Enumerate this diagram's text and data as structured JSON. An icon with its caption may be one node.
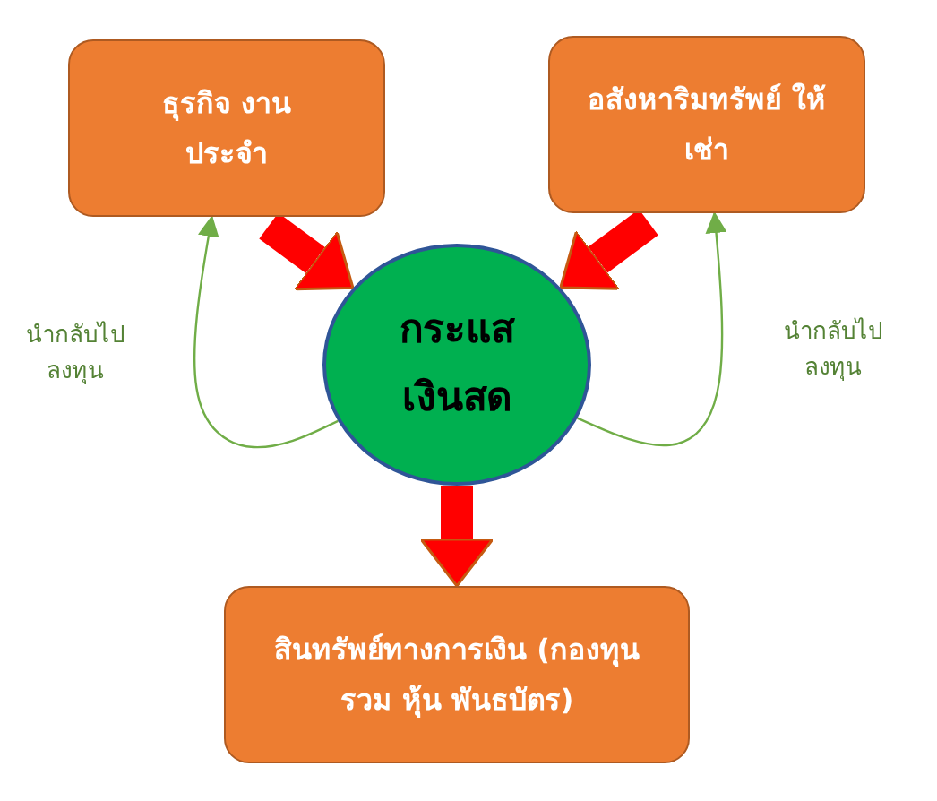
{
  "diagram": {
    "nodes": [
      {
        "text": [
          "ธุรกิจ งานประจำ"
        ]
      },
      {
        "text": [
          "อสังหาริมทรัพย์ ให้เช่า"
        ]
      },
      {
        "text": [
          "กระแส เงินสด"
        ]
      },
      {
        "text": [
          "สินทรัพย์ทางการเงิน (กองทุนรวม หุ้น พันธบัตร)"
        ]
      }
    ],
    "edges": [
      {
        "from": 0,
        "to": 2,
        "arrow": "to"
      },
      {
        "from": 1,
        "to": 2,
        "arrow": "to"
      },
      {
        "from": 2,
        "to": 3,
        "arrow": "to"
      },
      {
        "from": 2,
        "to": 0,
        "arrow": "to",
        "label": "นำกลับไป ลงทุน",
        "color": "#70ad47"
      },
      {
        "from": 2,
        "to": 1,
        "arrow": "to",
        "label": "นำกลับไป ลงทุน",
        "color": "#70ad47"
      }
    ]
  }
}
